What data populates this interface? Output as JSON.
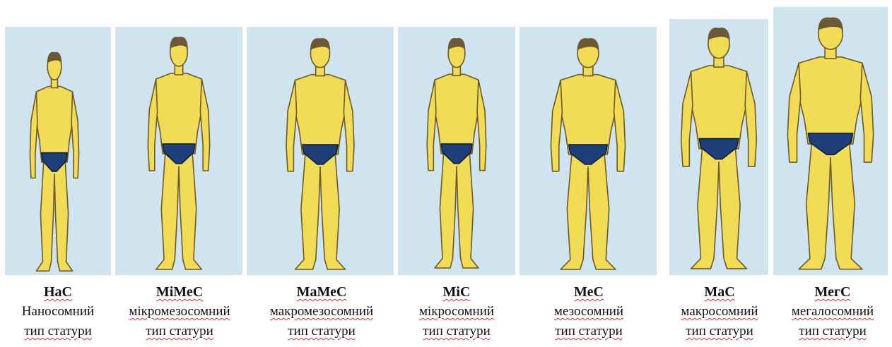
{
  "colors": {
    "background": "#cfe4ee",
    "skin": "#f2dc55",
    "skin_shadow": "#d9bd3a",
    "outline": "#6b5a2a",
    "hair": "#6b5838",
    "brief": "#1e3f7a"
  },
  "figures": [
    {
      "code": "НаС",
      "name": "Наносомний",
      "subtitle": "тип статури"
    },
    {
      "code": "МіМеС",
      "name": "мікромезосомний",
      "subtitle": "тип статури"
    },
    {
      "code": "МаМеС",
      "name": "макромезосомний",
      "subtitle": "тип статури"
    },
    {
      "code": "МіС",
      "name": "мікросомний",
      "subtitle": "тип статури"
    },
    {
      "code": "МеС",
      "name": "мезосомний",
      "subtitle": "тип статури"
    },
    {
      "code": "МаС",
      "name": "макросомний",
      "subtitle": "тип статури"
    },
    {
      "code": "МегС",
      "name": "мегалосомний",
      "subtitle": "тип статури"
    }
  ]
}
